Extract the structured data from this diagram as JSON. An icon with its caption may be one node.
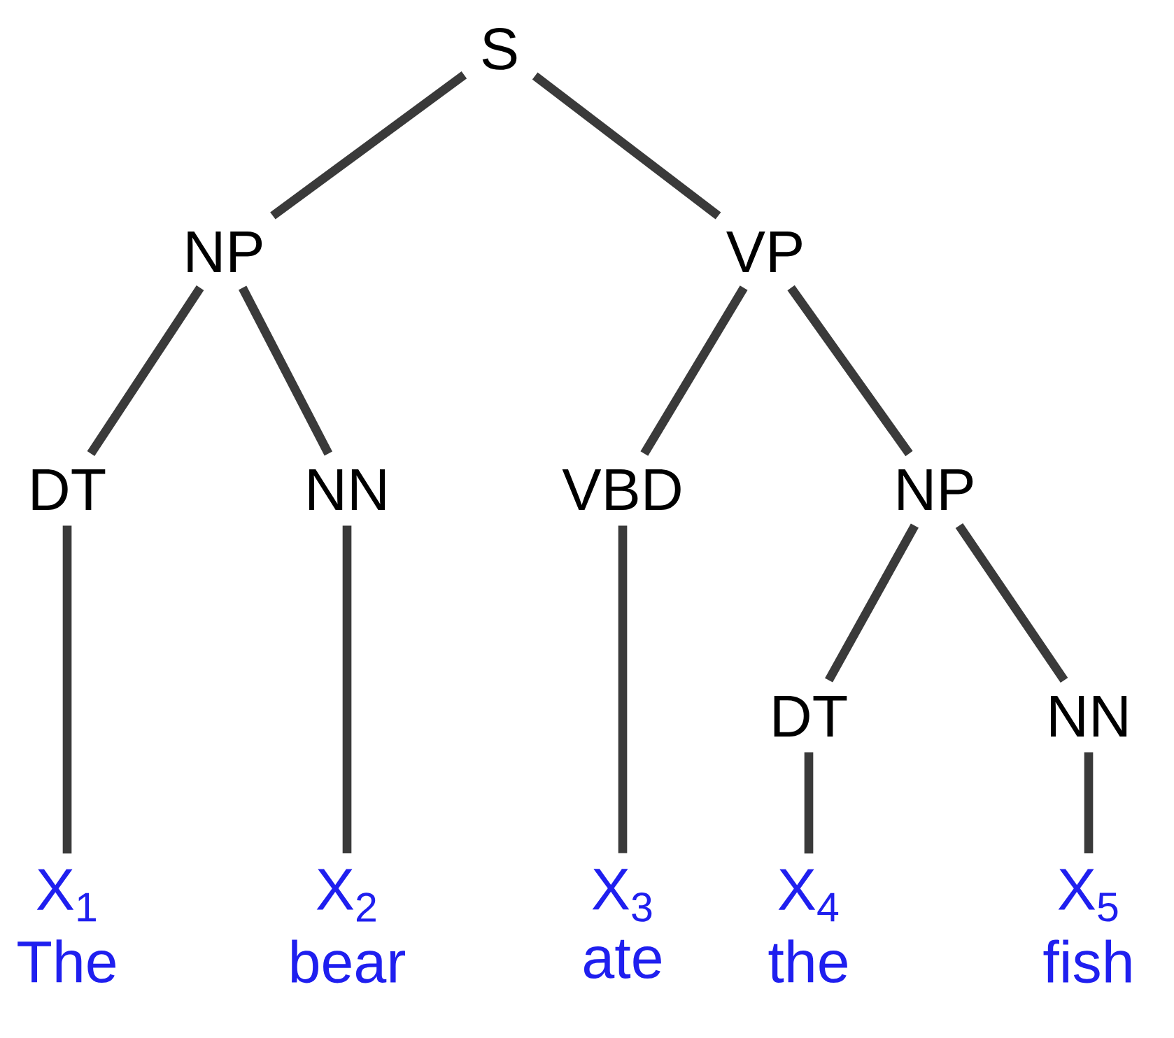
{
  "diagram": {
    "nodes": [
      {
        "text": [
          "S"
        ]
      },
      {
        "text": [
          "NP"
        ]
      },
      {
        "text": [
          "VP"
        ]
      },
      {
        "text": [
          "DT"
        ]
      },
      {
        "text": [
          "NN"
        ]
      },
      {
        "text": [
          "VBD"
        ]
      },
      {
        "text": [
          "NP"
        ]
      },
      {
        "text": [
          "DT"
        ]
      },
      {
        "text": [
          "NN"
        ]
      },
      {
        "text": [
          "X$_{1}$"
        ],
        "beside": [
          "The"
        ]
      },
      {
        "text": [
          "X$_{2}$"
        ],
        "beside": [
          "bear"
        ]
      },
      {
        "text": [
          "X$_{3}$"
        ],
        "beside": [
          "ate"
        ]
      },
      {
        "text": [
          "X$_{4}$"
        ],
        "beside": [
          "the"
        ]
      },
      {
        "text": [
          "X$_{5}$"
        ],
        "beside": [
          "fish"
        ]
      }
    ],
    "edges": [
      {
        "from": 0,
        "to": 1,
        "arrow": "none"
      },
      {
        "from": 0,
        "to": 2,
        "arrow": "none"
      },
      {
        "from": 1,
        "to": 3,
        "arrow": "none"
      },
      {
        "from": 1,
        "to": 4,
        "arrow": "none"
      },
      {
        "from": 2,
        "to": 5,
        "arrow": "none"
      },
      {
        "from": 2,
        "to": 6,
        "arrow": "none"
      },
      {
        "from": 6,
        "to": 7,
        "arrow": "none"
      },
      {
        "from": 6,
        "to": 8,
        "arrow": "none"
      },
      {
        "from": 3,
        "to": 9,
        "arrow": "none"
      },
      {
        "from": 4,
        "to": 10,
        "arrow": "none"
      },
      {
        "from": 5,
        "to": 11,
        "arrow": "none"
      },
      {
        "from": 7,
        "to": 12,
        "arrow": "none"
      },
      {
        "from": 8,
        "to": 13,
        "arrow": "none"
      }
    ]
  }
}
